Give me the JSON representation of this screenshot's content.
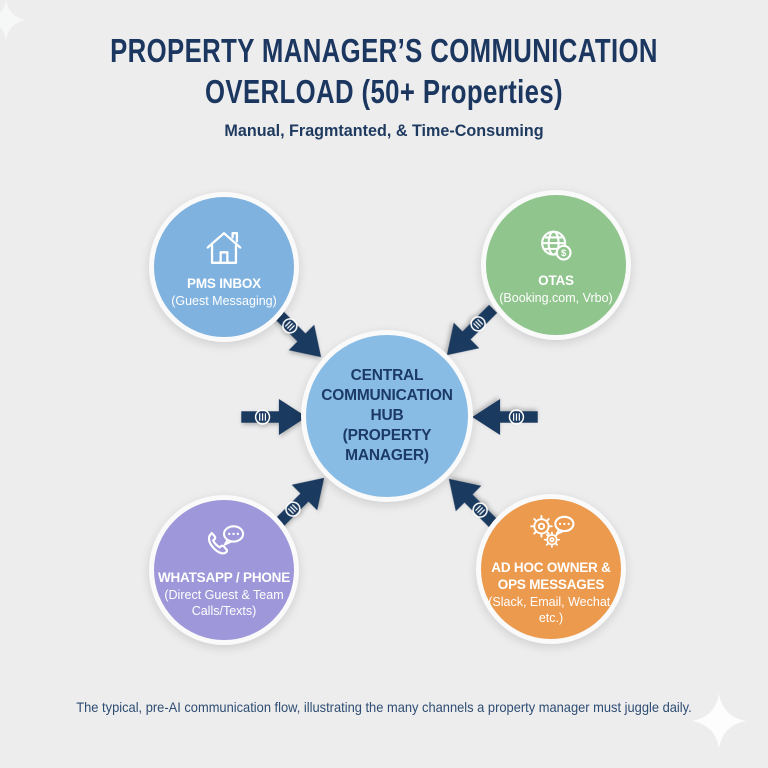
{
  "header": {
    "title_line1": "PROPERTY MANAGER’S COMMUNICATION",
    "title_line2": "OVERLOAD (50+ Properties)",
    "subtitle": "Manual, Fragmtanted, & Time-Consuming"
  },
  "hub": {
    "label": "CENTRAL COMMUNICATION HUB (PROPERTY MANAGER)",
    "label_lines": [
      "CENTRAL",
      "COMMUNICATION",
      "HUB",
      "(PROPERTY",
      "MANAGER)"
    ],
    "color": "#89bce5"
  },
  "nodes": [
    {
      "id": "pms-inbox",
      "position": "top-left",
      "title": "PMS INBOX",
      "subtitle": "(Guest Messaging)",
      "icon": "house-icon",
      "color": "#7fb2df"
    },
    {
      "id": "otas",
      "position": "top-right",
      "title": "OTAS",
      "subtitle": "(Booking.com, Vrbo)",
      "icon": "globe-dollar-icon",
      "color": "#90c58e"
    },
    {
      "id": "whatsapp-phone",
      "position": "bottom-left",
      "title": "WHATSAPP / PHONE",
      "subtitle": "(Direct Guest & Team Calls/Texts)",
      "icon": "phone-chat-icon",
      "color": "#9e97d9"
    },
    {
      "id": "adhoc-owner-ops",
      "position": "bottom-right",
      "title": "AD HOC OWNER & OPS MESSAGES",
      "subtitle": "(Slack, Email, Wechat, etc.)",
      "icon": "gears-chat-icon",
      "color": "#eb9a4e"
    }
  ],
  "arrows": {
    "count": 6,
    "direction": "inward-to-hub",
    "glyph": "lines-in-circle-icon",
    "color": "#1b3a5f"
  },
  "footer": {
    "caption": "The typical, pre-AI communication flow, illustrating the many channels a property manager must juggle daily."
  },
  "decor": {
    "sparkle": "four-point-star",
    "sparkle_color": "#fdfdfd"
  },
  "colors": {
    "background": "#ededee",
    "title": "#1b365f",
    "hub_text": "#1c3a66",
    "node_text": "#ffffff",
    "caption": "#2e4d72"
  }
}
